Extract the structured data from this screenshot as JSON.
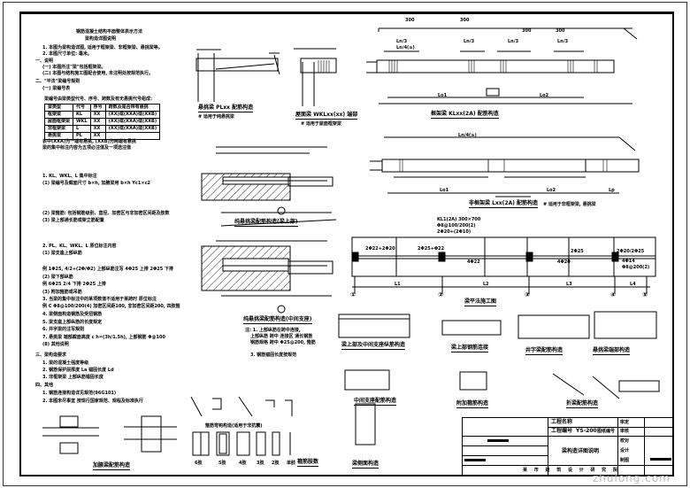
{
  "drawing": {
    "title_lines": [
      "钢筋混凝土结构平面整体表示方法",
      "梁构造详图说明"
    ],
    "notes": [
      "1. 本图为梁构造详图, 适用于框架梁、非框架梁、悬挑梁等。",
      "2. 本图尺寸单位: 毫米。",
      "一、说明",
      "(一) 本图所注\"梁\"包括框架梁。",
      "(二) 本图与结构施工图配合使用, 未注明处按规范执行。",
      "二、\"平法\"梁编号规则",
      "(一) 梁编号表",
      "梁编号由梁类型代号、序号、跨数及有无悬挑代号组成:",
      "表中(XXA)为一端有悬挑, (XXB)为两端有悬挑",
      "梁的集中标注内容为五项必注值及一项选注值",
      "1. KL、WKL、L 集中标注",
      "(1) 梁编号及截面尺寸 b×h, 加腋梁用 b×h Yc1×c2",
      "(2) 梁箍筋: 包括钢筋级别、直径、加密区与非加密区间距及肢数",
      "(3) 梁上部通长筋或架立筋配置",
      "2. PL、KL、WKL、L 原位标注内容",
      "(1) 梁支座上部纵筋",
      "例 1Φ25, 4/2+(2Φ/Φ2) 上部纵筋注写  4Φ25 上排  2Φ25 下排",
      "(2) 梁下部纵筋",
      "例 6Φ25 2/4  下排  2Φ25 上排",
      "(3) 附加箍筋或吊筋",
      "3. 当梁的集中标注中的某项数值不适用于某跨时 原位标注",
      "例 C Φ8@100/200(4) 加密区间距100, 非加密区间距200, 四肢箍",
      "4. 梁侧面构造钢筋及受扭钢筋",
      "5. 梁支座上部纵筋的长度规定",
      "6. 井字梁的注写规则",
      "7. 悬挑梁 端部截面高度 c h=(3h/1.5h), 上部钢筋 Φ@100",
      "(8) 其他说明",
      "三、梁构造要求",
      "1. 梁的混凝土强度等级",
      "2. 钢筋保护层厚度  La 锚固长度  Ld",
      "3. 非框架梁 上部纵筋锚固长度",
      "四、其他",
      "1. 钢筋连接构造详见规范(96G101)",
      "2. 本图未尽事宜 按现行国家规范、规程及标准执行"
    ],
    "beam_table": {
      "headers": [
        "梁类型",
        "代号",
        "序号",
        "跨数及是否带有悬挑"
      ],
      "rows": [
        [
          "框架梁",
          "KL",
          "XX",
          "(XX)或(XXA)或(XXB)"
        ],
        [
          "屋面框架梁",
          "WKL",
          "XX",
          "(XX)或(XXA)或(XXB)"
        ],
        [
          "非框架梁",
          "L",
          "XX",
          "(XX)或(XXA)或(XXB)"
        ],
        [
          "悬挑梁",
          "PL",
          "XX",
          ""
        ]
      ]
    },
    "details": {
      "pl_caption": "悬挑梁 PLxx 配筋构造",
      "pl_note": "# 适用于纯悬挑梁",
      "wkl_caption": "屋面梁 WKLxx(xx) 端部",
      "wkl_note": "# 适用于屋面框架梁",
      "kl_caption": "框架梁 KLxx(2A) 配筋构造",
      "l_caption": "非框架梁 Lxx(2A) 配筋构造",
      "l_note": "# 适用于非框架梁, 悬挑梁",
      "cant1_caption": "纯悬挑梁配筋构造(梁上部)",
      "cant2_caption": "纯悬挑梁配筋构造(中间支座)",
      "plan_caption": "梁平法施工图",
      "stirrup_caption": "箍筋弯钩构造(适用于非抗震)",
      "stirrup_legend": [
        "6肢",
        "5肢",
        "4肢",
        "3肢",
        "2肢",
        "单肢"
      ],
      "stirrup_title": "箍筋肢数",
      "section_caption": "梁侧面构造",
      "haunch_caption": "加腋梁配筋构造",
      "detail_captions": [
        "梁上部及中间支座纵筋构造",
        "梁上部钢筋连接",
        "井字梁配筋构造",
        "悬挑梁端部构造",
        "中间支座配筋构造",
        "附加箍筋构造",
        "折梁配筋构造"
      ],
      "notes_block": [
        "注: 1. 上部纵筋在跨中连接,",
        "上部纵筋 跨中 连接区 通长钢筋",
        "钢筋规格 跨中  Φ25@200, 箍筋",
        "3. 钢筋锚固长度按规范"
      ]
    },
    "dims": {
      "top_dims": [
        "300",
        "300",
        "300",
        "300"
      ],
      "ln3": "Ln/3",
      "ln4": "Ln/4(≥)",
      "lo1": "Lo1",
      "lo2": "Lo2",
      "lp": "Lp",
      "lnr": "Ln/4(≥)",
      "l1": "L1",
      "l2": "L2",
      "l3": "L3",
      "l4": "L4",
      "axes": [
        "①",
        "②",
        "③",
        "④",
        "⑤"
      ],
      "plan_labels": [
        "2Φ22+2Φ20",
        "2Φ25+Φ22",
        "4Φ22",
        "4Φ20",
        "2Φ25",
        "2Φ20/2Φ25",
        "4Φ14",
        "Φ8@200(2)",
        "KL1(2A) 300×700",
        "Φ8@100/200(2)",
        "2Φ20+(2Φ10)"
      ]
    },
    "title_block": {
      "proj_label": "工程名称",
      "proj_no_label": "工程编号",
      "drawing_no": "YS-200",
      "drawing_no_suffix": "图纸编号",
      "drawing_title": "梁构造详图说明",
      "company": "某 市 建 筑 设 计 研 究 院",
      "roles": [
        "审定",
        "审核",
        "校对",
        "设计",
        "制图"
      ]
    },
    "watermark": "zhulong.com"
  }
}
